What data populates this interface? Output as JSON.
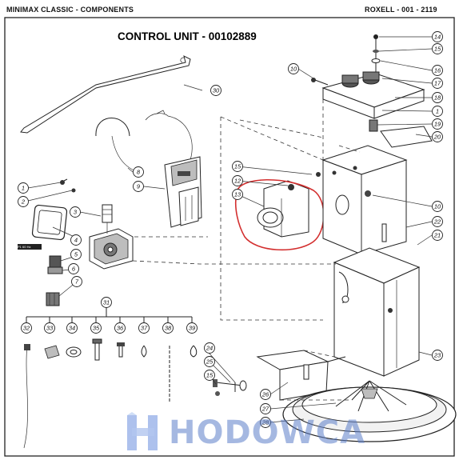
{
  "header": {
    "left": "MINIMAX CLASSIC  -  COMPONENTS",
    "right": "ROXELL - 001 - 2119"
  },
  "diagram": {
    "title": "CONTROL UNIT - 00102889",
    "callouts": [
      "1",
      "2",
      "3",
      "4",
      "5",
      "6",
      "7",
      "8",
      "9",
      "10",
      "12",
      "13",
      "14",
      "15",
      "16",
      "17",
      "18",
      "19",
      "20",
      "21",
      "22",
      "23",
      "24",
      "25",
      "26",
      "27",
      "28",
      "30",
      "31",
      "32",
      "33",
      "34",
      "35",
      "36",
      "37",
      "38",
      "39"
    ],
    "highlight_color": "#d32f2f",
    "part_label": "P1 60 Hz"
  },
  "watermark": {
    "text": "HODOWCA",
    "color": "#5d7fc9"
  }
}
